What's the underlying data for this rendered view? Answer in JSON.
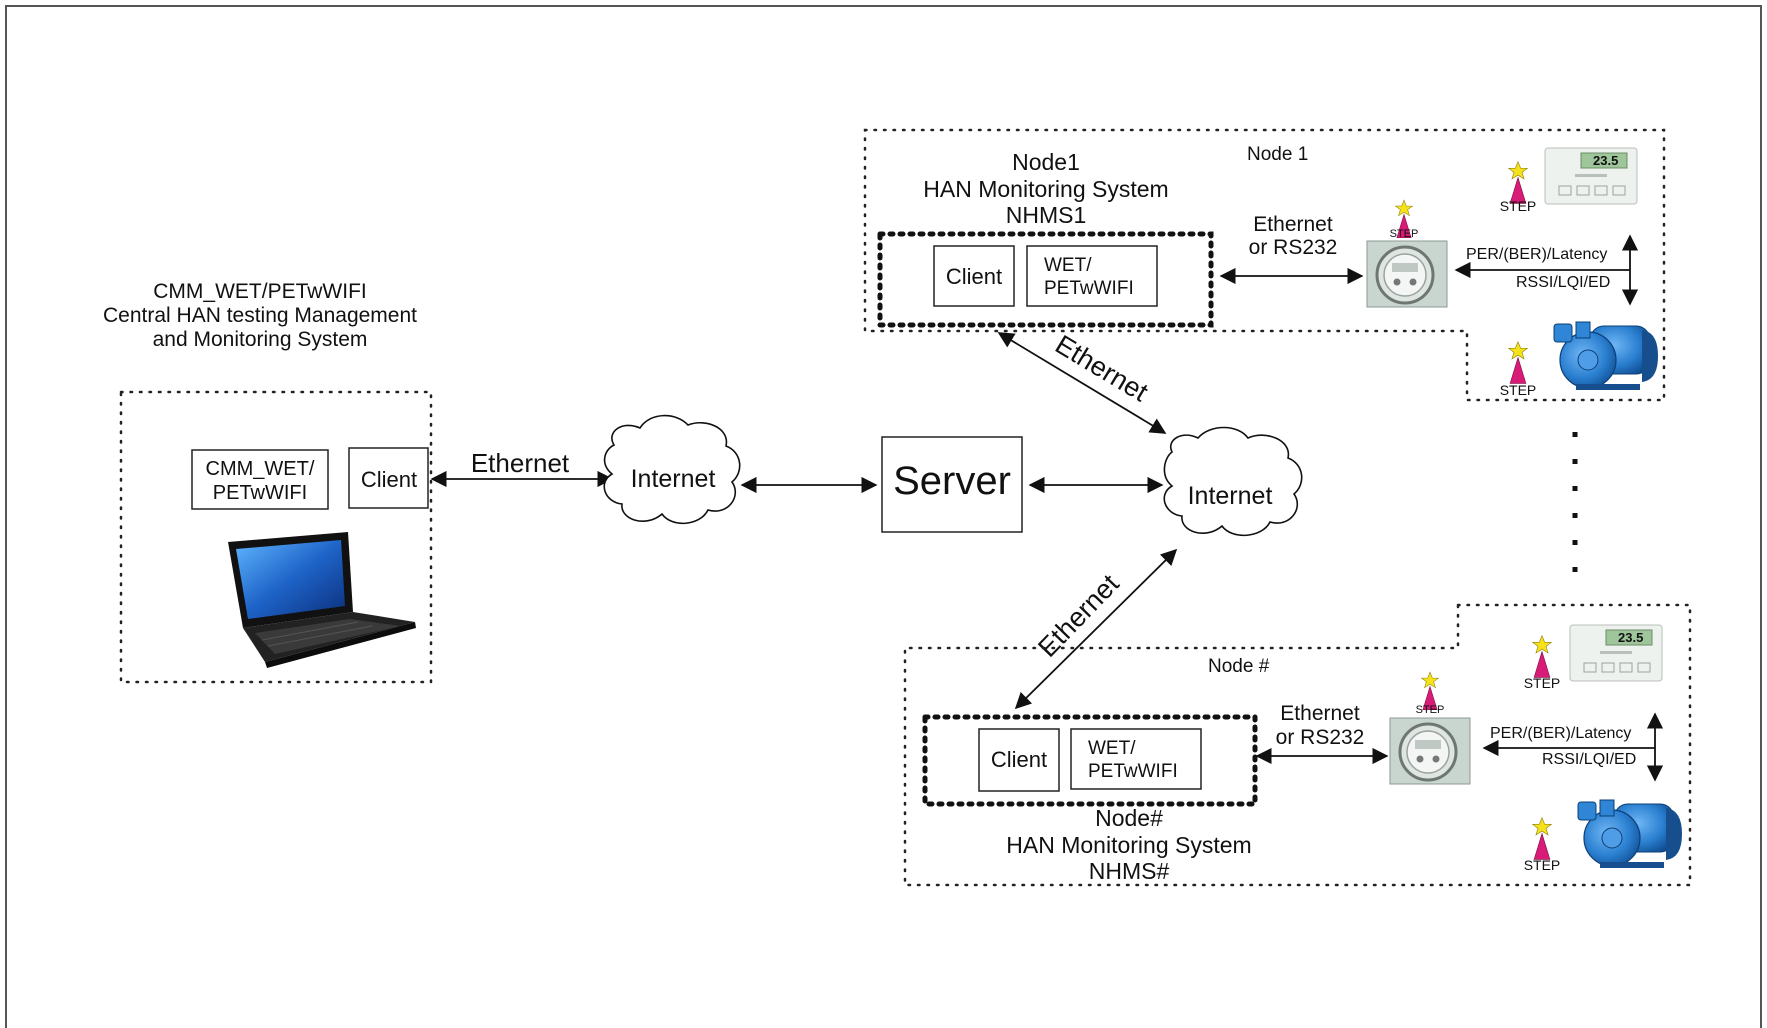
{
  "cmm": {
    "title_lines": [
      "CMM_WET/PETwWIFI",
      "Central HAN testing Management",
      "and Monitoring  System"
    ],
    "app_box_lines": [
      "CMM_WET/",
      "PETwWIFI"
    ],
    "client_label": "Client",
    "link_label": "Ethernet"
  },
  "clouds": {
    "left_label": "Internet",
    "right_label": "Internet"
  },
  "server": {
    "label": "Server"
  },
  "node1": {
    "corner_label": "Node 1",
    "title_lines": [
      "Node1",
      "HAN Monitoring System",
      "NHMS1"
    ],
    "client_label": "Client",
    "app_box_lines": [
      "WET/",
      "PETwWIFI"
    ],
    "link_lines": [
      "Ethernet",
      "or RS232"
    ],
    "uplink_label": "Ethernet",
    "metrics_top": "PER/(BER)/Latency",
    "metrics_bottom": "RSSI/LQI/ED",
    "step_label": "STEP",
    "thermostat_reading": "23.5"
  },
  "nodeN": {
    "corner_label": "Node #",
    "title_lines": [
      "Node#",
      "HAN Monitoring System",
      "NHMS#"
    ],
    "client_label": "Client",
    "app_box_lines": [
      "WET/",
      "PETwWIFI"
    ],
    "link_lines": [
      "Ethernet",
      "or RS232"
    ],
    "uplink_label": "Ethernet",
    "metrics_top": "PER/(BER)/Latency",
    "metrics_bottom": "RSSI/LQI/ED",
    "step_label": "STEP",
    "thermostat_reading": "23.5"
  },
  "colors": {
    "step_pink": "#d81b77",
    "star_yellow": "#f5e21b",
    "pump_blue": "#2a7fd0",
    "screen_green": "#9fc59a"
  },
  "icons": [
    "laptop-icon",
    "cloud-icon",
    "smart-meter-icon",
    "thermostat-icon",
    "water-pump-icon",
    "step-antenna-icon"
  ]
}
